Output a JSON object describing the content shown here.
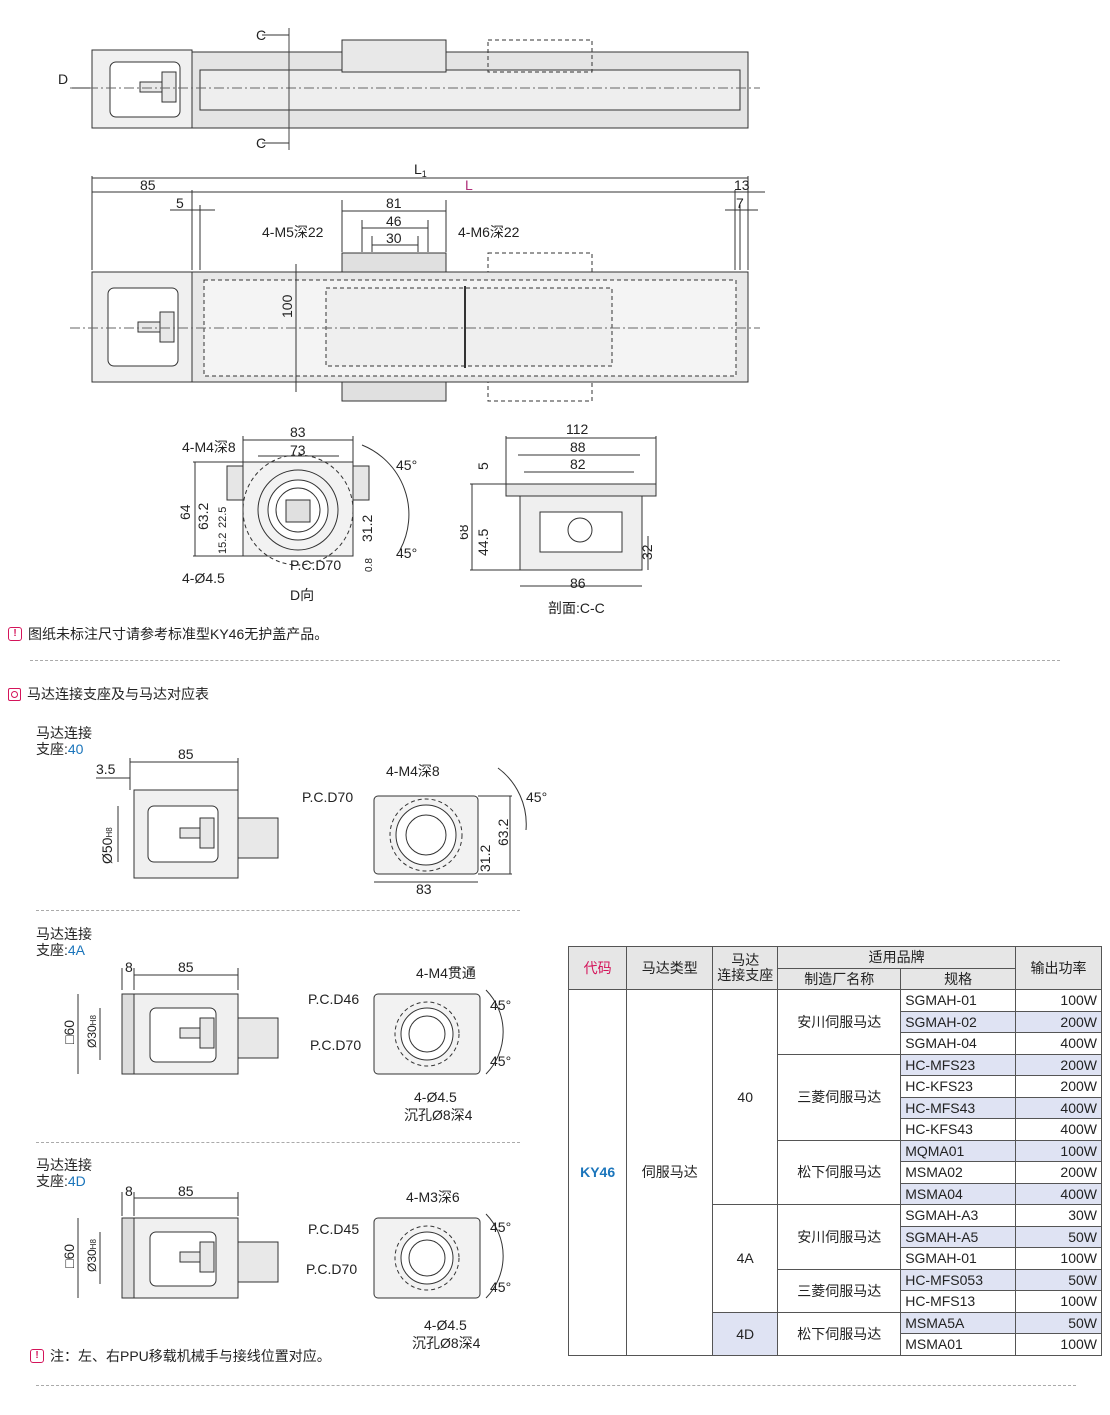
{
  "colors": {
    "accent_pink": "#d4145a",
    "accent_blue": "#1b75bb",
    "band": "#dfe3f3",
    "header": "#e6e6e6"
  },
  "top_view": {
    "labels": {
      "c_top": "C",
      "c_bottom": "C",
      "d": "D"
    }
  },
  "front_view": {
    "dims": {
      "L1": "L",
      "L1_sub": "1",
      "L": "L",
      "d85": "85",
      "d13": "13",
      "d5": "5",
      "d7": "7",
      "d81": "81",
      "d46": "46",
      "d30": "30",
      "d100": "100"
    },
    "callouts": {
      "m5": "4-M5深22",
      "m6": "4-M6深22"
    }
  },
  "d_view": {
    "dims": {
      "w83": "83",
      "w73": "73",
      "h64": "64",
      "h632": "63.2",
      "h225": "22.5",
      "h152": "15.2",
      "h312": "31.2",
      "h08": "0.8",
      "a45a": "45°",
      "a45b": "45°"
    },
    "callouts": {
      "m4": "4-M4深8",
      "hole": "4-Ø4.5",
      "pcd": "P.C.D70"
    },
    "caption": "D向"
  },
  "section_view": {
    "dims": {
      "w112": "112",
      "w88": "88",
      "w82": "82",
      "h5": "5",
      "h68": "68",
      "h445": "44.5",
      "h32": "32",
      "w86": "86"
    },
    "caption": "剖面:C-C"
  },
  "note1": "图纸未标注尺寸请参考标准型KY46无护盖产品。",
  "section_title": "马达连接支座及与马达对应表",
  "mounts": [
    {
      "title1": "马达连接",
      "title2": "支座:",
      "code": "40",
      "dims": {
        "d85": "85",
        "d35": "3.5",
        "dia": "Ø50",
        "dia_sub": "H8",
        "pcd": "P.C.D70",
        "m4": "4-M4深8",
        "a45": "45°",
        "h632": "63.2",
        "h312": "31.2",
        "w83": "83"
      }
    },
    {
      "title1": "马达连接",
      "title2": "支座:",
      "code": "4A",
      "dims": {
        "d8": "8",
        "d85": "85",
        "sq": "□60",
        "dia": "Ø30",
        "dia_sub": "H8",
        "m4": "4-M4贯通",
        "pcd1": "P.C.D46",
        "pcd2": "P.C.D70",
        "a45a": "45°",
        "a45b": "45°",
        "hole": "4-Ø4.5",
        "cbore": "沉孔Ø8深4"
      }
    },
    {
      "title1": "马达连接",
      "title2": "支座:",
      "code": "4D",
      "dims": {
        "d8": "8",
        "d85": "85",
        "sq": "□60",
        "dia": "Ø30",
        "dia_sub": "H8",
        "m3": "4-M3深6",
        "pcd1": "P.C.D45",
        "pcd2": "P.C.D70",
        "a45a": "45°",
        "a45b": "45°",
        "hole": "4-Ø4.5",
        "cbore": "沉孔Ø8深4"
      }
    }
  ],
  "note2": "注：左、右PPU移载机械手与接线位置对应。",
  "table": {
    "headers": {
      "code": "代码",
      "motor_type": "马达类型",
      "mount_1": "马达",
      "mount_2": "连接支座",
      "brand": "适用品牌",
      "maker": "制造厂名称",
      "spec": "规格",
      "power": "输出功率"
    },
    "code": "KY46",
    "motor_type": "伺服马达",
    "mounts": {
      "m40": "40",
      "m4A": "4A",
      "m4D": "4D"
    },
    "makers": {
      "yaskawa1": "安川伺服马达",
      "mitsu1": "三菱伺服马达",
      "pana1": "松下伺服马达",
      "yaskawa2": "安川伺服马达",
      "mitsu2": "三菱伺服马达",
      "pana2": "松下伺服马达"
    },
    "rows": [
      {
        "model": "SGMAH-01",
        "power": "100W"
      },
      {
        "model": "SGMAH-02",
        "power": "200W"
      },
      {
        "model": "SGMAH-04",
        "power": "400W"
      },
      {
        "model": "HC-MFS23",
        "power": "200W"
      },
      {
        "model": "HC-KFS23",
        "power": "200W"
      },
      {
        "model": "HC-MFS43",
        "power": "400W"
      },
      {
        "model": "HC-KFS43",
        "power": "400W"
      },
      {
        "model": "MQMA01",
        "power": "100W"
      },
      {
        "model": "MSMA02",
        "power": "200W"
      },
      {
        "model": "MSMA04",
        "power": "400W"
      },
      {
        "model": "SGMAH-A3",
        "power": "30W"
      },
      {
        "model": "SGMAH-A5",
        "power": "50W"
      },
      {
        "model": "SGMAH-01",
        "power": "100W"
      },
      {
        "model": "HC-MFS053",
        "power": "50W"
      },
      {
        "model": "HC-MFS13",
        "power": "100W"
      },
      {
        "model": "MSMA5A",
        "power": "50W"
      },
      {
        "model": "MSMA01",
        "power": "100W"
      }
    ]
  }
}
